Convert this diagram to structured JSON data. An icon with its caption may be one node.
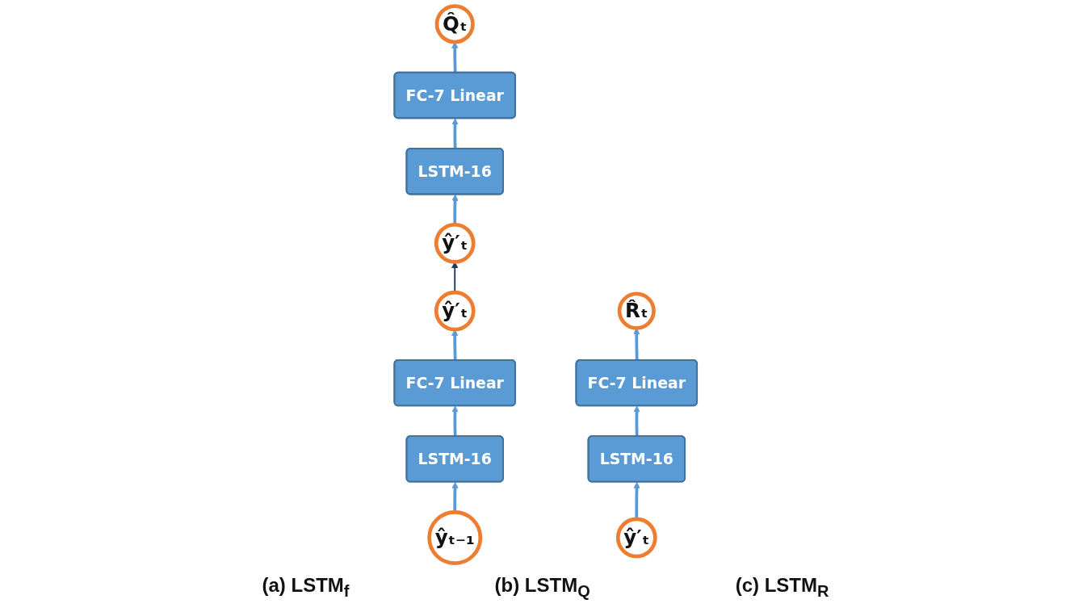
{
  "diagram": {
    "nodes": [
      {
        "text": [
          "ŷ′ₜ"
        ]
      },
      {
        "text": [
          "FC-7 Linear"
        ]
      },
      {
        "text": [
          "LSTM-16"
        ]
      },
      {
        "text": [
          "ŷₜ₋₁"
        ]
      },
      {
        "text": [
          "Q̂ₜ"
        ]
      },
      {
        "text": [
          "FC-7 Linear"
        ]
      },
      {
        "text": [
          "LSTM-16"
        ]
      },
      {
        "text": [
          "ŷ′ₜ"
        ]
      },
      {
        "text": [
          "R̂ₜ"
        ]
      },
      {
        "text": [
          "FC-7 Linear"
        ]
      },
      {
        "text": [
          "LSTM-16"
        ]
      },
      {
        "text": [
          "ŷ′ₜ"
        ]
      }
    ],
    "edges": [
      {
        "from": 3,
        "to": 2,
        "arrow": "to"
      },
      {
        "from": 2,
        "to": 1,
        "arrow": "to"
      },
      {
        "from": 1,
        "to": 0,
        "arrow": "to"
      },
      {
        "from": 0,
        "to": 7,
        "arrow": "to",
        "color": "#1f3864"
      },
      {
        "from": 7,
        "to": 6,
        "arrow": "to"
      },
      {
        "from": 6,
        "to": 5,
        "arrow": "to"
      },
      {
        "from": 5,
        "to": 4,
        "arrow": "to"
      },
      {
        "from": 11,
        "to": 10,
        "arrow": "to"
      },
      {
        "from": 10,
        "to": 9,
        "arrow": "to"
      },
      {
        "from": 9,
        "to": 8,
        "arrow": "to"
      }
    ],
    "labels": [
      "(a) LSTM$_{f}$",
      "(b) LSTM$_{Q}$",
      "(c) LSTM$_{R}$"
    ]
  }
}
